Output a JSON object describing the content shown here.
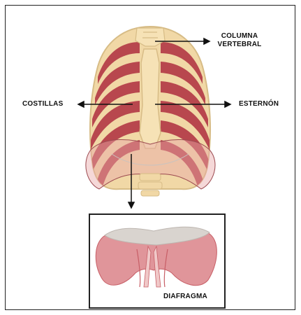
{
  "labels": {
    "columna_line1": "COLUMNA",
    "columna_line2": "VERTEBRAL",
    "costillas": "COSTILLAS",
    "esternon": "ESTERNÓN",
    "diafragma": "DIAFRAGMA"
  },
  "colors": {
    "bone": "#f3dcac",
    "bone_shadow": "#dcc18a",
    "muscle": "#b8474e",
    "muscle_light": "#d4767c",
    "diaphragm_fill": "#e7a8a8",
    "diaphragm_edge": "#c9c3bf",
    "arrow": "#111111",
    "frame": "#222222"
  }
}
